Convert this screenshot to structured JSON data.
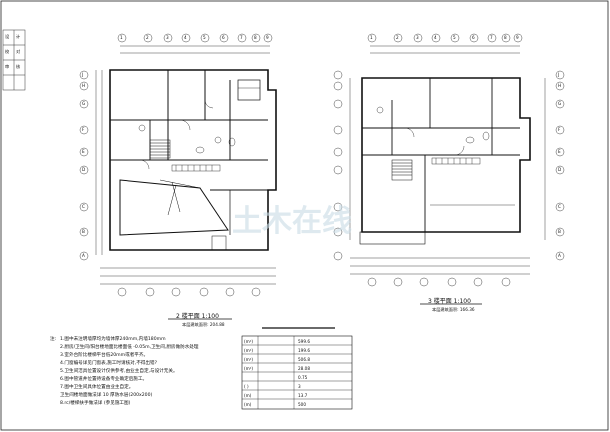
{
  "sheet": {
    "plan_left": {
      "title": "2 楼平面  1:100",
      "area_note": "本层建筑面积: 204.88"
    },
    "plan_right": {
      "title": "3 楼平面  1:100",
      "area_note": "本层建筑面积: 166.36"
    },
    "notes": {
      "head": "注:",
      "items": [
        "1.图中未注明墙厚均为墙体厚240mm,内墙180mm",
        "2.厨房/卫生间/阳台楼地面比楼面低 -0.05m,卫生间,厨房做防水处理",
        "3.室外台阶比楼梯平台低20mm或者平齐。",
        "4.门窗编号详见门窗表,施工时请核对,不得出错?",
        "5.卫生间洁具位置设计仅供参考,由业主自定,与设计无关。",
        "6.图中管道井位置待设备专业确定后施工。",
        "7.图中卫生间具体位置由业主自定。",
        "  卫生间楼地面做法详 10 厚防水层(200x200)",
        "8.rc/楼梯扶手做法详 (参见施工图)"
      ]
    },
    "area_table": {
      "rows": [
        {
          "unit": "(m²)",
          "value": "599.6"
        },
        {
          "unit": "(m²)",
          "value": "199.6"
        },
        {
          "unit": "(m²)",
          "value": "506.8"
        },
        {
          "unit": "(m²)",
          "value": "28.08"
        },
        {
          "unit": "",
          "value": "0.75"
        },
        {
          "unit": "( )",
          "value": "3"
        },
        {
          "unit": "(m)",
          "value": "13.7"
        },
        {
          "unit": "(m)",
          "value": "500"
        }
      ]
    },
    "watermark": "土木在线",
    "axis_labels": {
      "top_left": [
        "1",
        "2",
        "3",
        "4",
        "5",
        "6",
        "7",
        "8",
        "9"
      ],
      "top_right": [
        "1",
        "2",
        "3",
        "4",
        "5",
        "6",
        "7",
        "8",
        "9"
      ],
      "side_left": [
        "J",
        "H",
        "G",
        "F",
        "E",
        "D",
        "C",
        "B",
        "A"
      ],
      "side_right": [
        "J",
        "H",
        "G",
        "F",
        "E",
        "D",
        "C",
        "B",
        "A"
      ]
    },
    "stamp_chars": [
      "设",
      "计",
      "校",
      "对",
      "审",
      "核"
    ]
  }
}
